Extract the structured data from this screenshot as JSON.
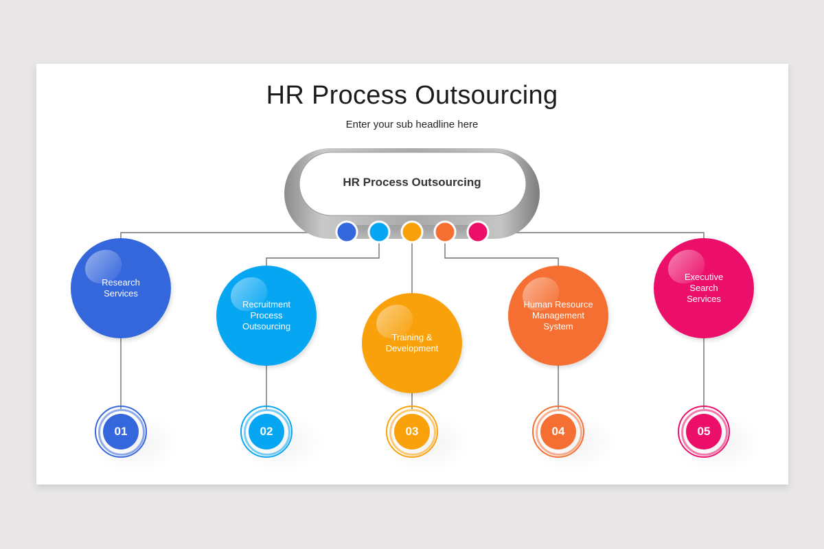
{
  "slide": {
    "title": "HR Process Outsourcing",
    "subtitle": "Enter your sub headline here",
    "hub": {
      "label": "HR Process Outsourcing"
    }
  },
  "colors": {
    "blue": "#3466dc",
    "sky": "#07a6f3",
    "amber": "#f8a10a",
    "orange": "#f56f32",
    "pink": "#ec0f6a",
    "line": "#6f6f6f",
    "ring_gray": "#9a9a9a"
  },
  "items": [
    {
      "number": "01",
      "label": "Research Services",
      "color": "#3466dc"
    },
    {
      "number": "02",
      "label": "Recruitment Process Outsourcing",
      "color": "#07a6f3"
    },
    {
      "number": "03",
      "label": "Training & Development",
      "color": "#f8a10a"
    },
    {
      "number": "04",
      "label": "Human Resource Management System",
      "color": "#f56f32"
    },
    {
      "number": "05",
      "label": "Executive Search Services",
      "color": "#ec0f6a"
    }
  ]
}
